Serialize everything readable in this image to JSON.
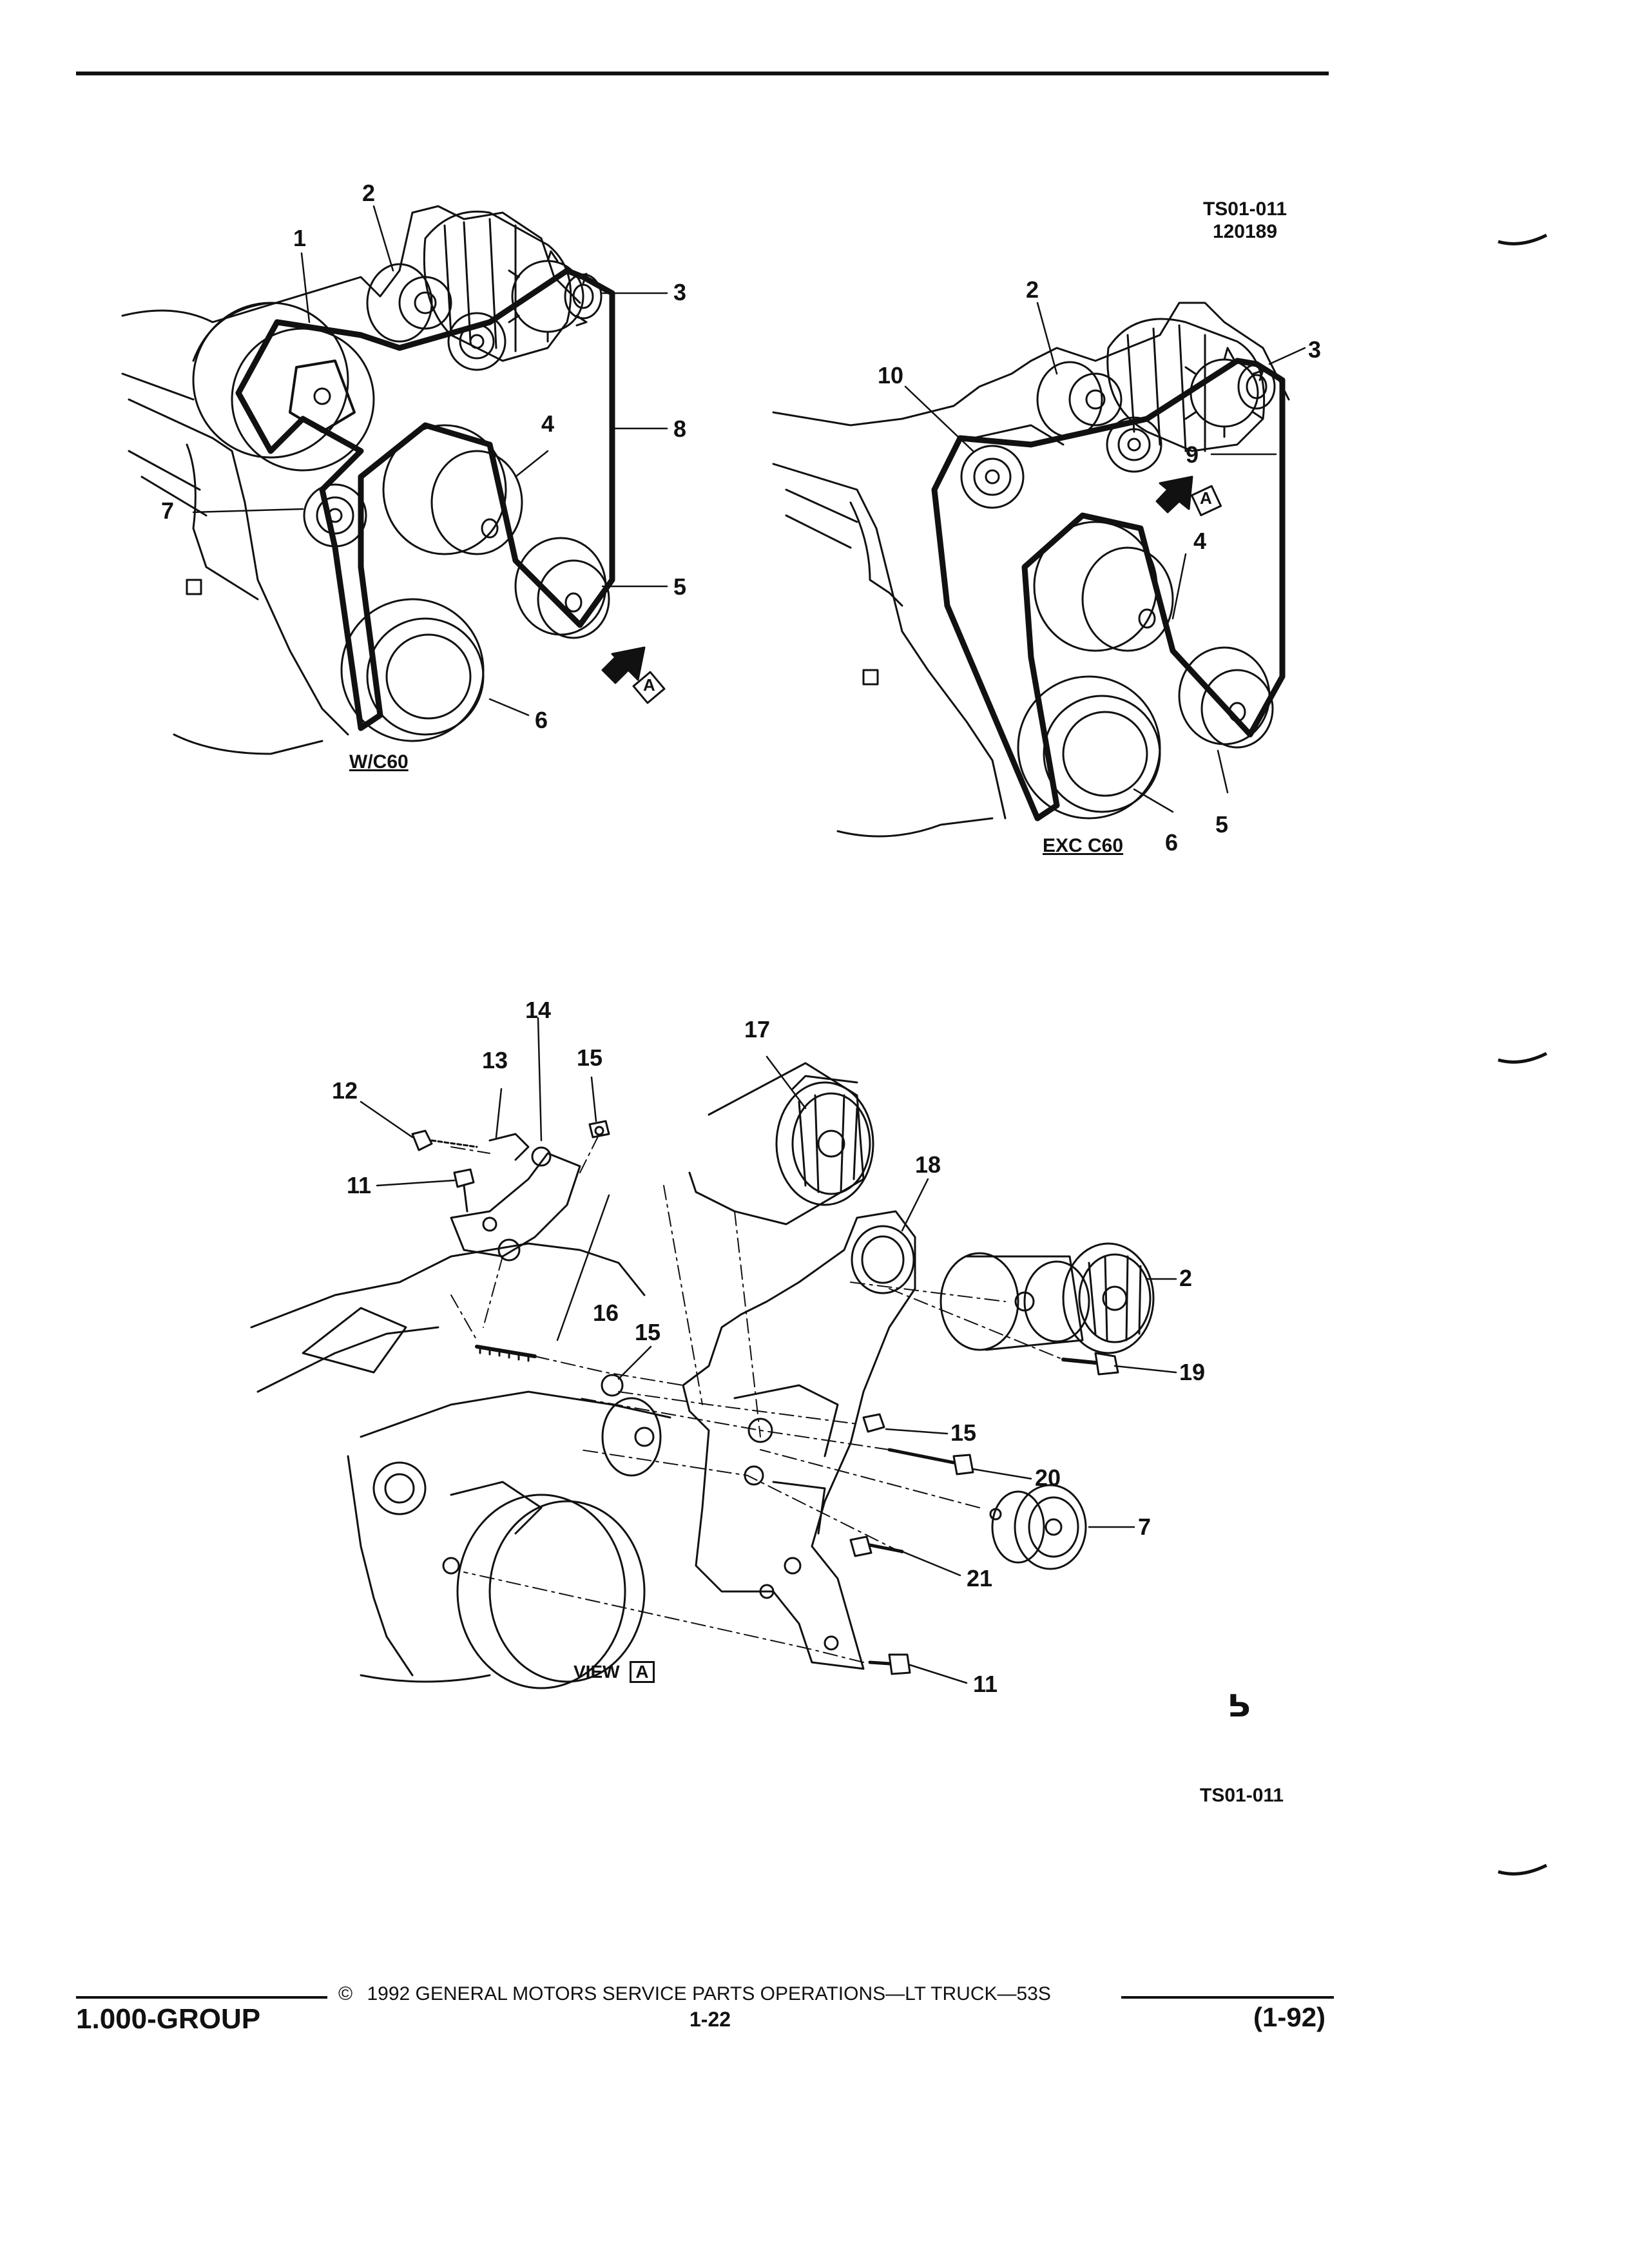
{
  "figure": {
    "id": "TS01-011",
    "date": "120189",
    "bottom_id": "TS01-011"
  },
  "top_left": {
    "caption": "W/C60",
    "callouts": [
      "1",
      "2",
      "3",
      "8",
      "4",
      "7",
      "5",
      "6"
    ],
    "view_letter": "A"
  },
  "top_right": {
    "caption": "EXC C60",
    "callouts": [
      "2",
      "3",
      "10",
      "9",
      "4",
      "5",
      "6"
    ],
    "view_letter": "A"
  },
  "exploded": {
    "view_label": "VIEW",
    "view_letter": "A",
    "callouts": [
      "14",
      "13",
      "15",
      "12",
      "11",
      "17",
      "18",
      "2",
      "16",
      "15",
      "19",
      "15",
      "20",
      "7",
      "21",
      "11"
    ]
  },
  "logo": "GM-mark",
  "footer": {
    "group": "1.000-GROUP",
    "copyright_symbol": "©",
    "copyright_text": "1992 GENERAL MOTORS SERVICE PARTS OPERATIONS—LT TRUCK—53S",
    "page": "1-22",
    "revision": "(1-92)"
  }
}
